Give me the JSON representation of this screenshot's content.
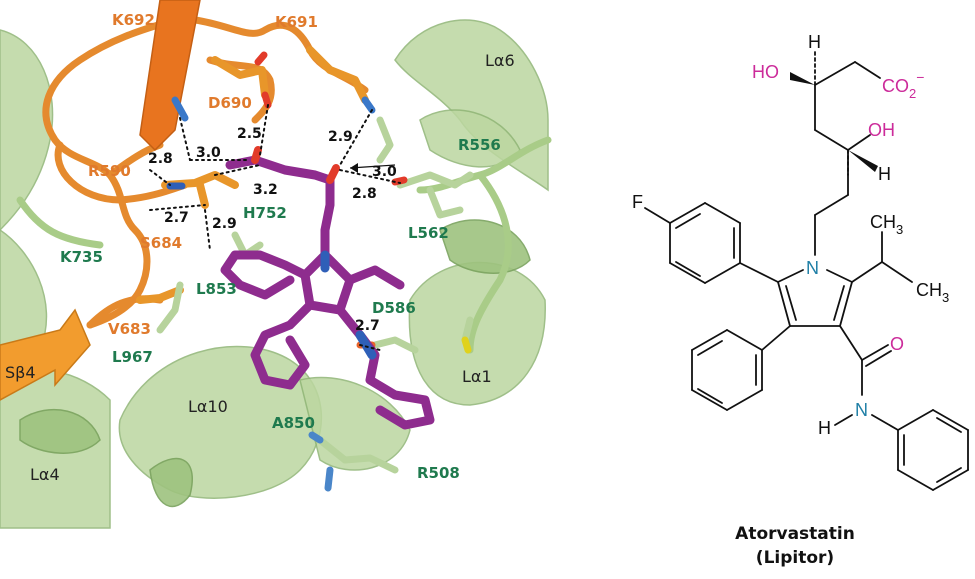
{
  "structure": {
    "residues_orange": [
      {
        "id": "k692",
        "label": "K692"
      },
      {
        "id": "k691",
        "label": "K691"
      },
      {
        "id": "d690",
        "label": "D690"
      },
      {
        "id": "r590",
        "label": "R590"
      },
      {
        "id": "s684",
        "label": "S684"
      },
      {
        "id": "v683",
        "label": "V683"
      }
    ],
    "residues_green": [
      {
        "id": "r556",
        "label": "R556"
      },
      {
        "id": "h752",
        "label": "H752"
      },
      {
        "id": "l562",
        "label": "L562"
      },
      {
        "id": "k735",
        "label": "K735"
      },
      {
        "id": "l853",
        "label": "L853"
      },
      {
        "id": "d586",
        "label": "D586"
      },
      {
        "id": "l967",
        "label": "L967"
      },
      {
        "id": "a850",
        "label": "A850"
      },
      {
        "id": "r508",
        "label": "R508"
      }
    ],
    "secondary_structure": [
      {
        "id": "la6",
        "label": "Lα6"
      },
      {
        "id": "la1",
        "label": "Lα1"
      },
      {
        "id": "la10",
        "label": "Lα10"
      },
      {
        "id": "la4",
        "label": "Lα4"
      },
      {
        "id": "sb4",
        "label": "Sβ4"
      }
    ],
    "distances": [
      {
        "id": "d1",
        "label": "2.5"
      },
      {
        "id": "d2",
        "label": "2.9"
      },
      {
        "id": "d3",
        "label": "3.0"
      },
      {
        "id": "d4",
        "label": "2.8"
      },
      {
        "id": "d5",
        "label": "3.0"
      },
      {
        "id": "d6",
        "label": "3.2"
      },
      {
        "id": "d7",
        "label": "2.8"
      },
      {
        "id": "d8",
        "label": "2.7"
      },
      {
        "id": "d9",
        "label": "2.9"
      },
      {
        "id": "d10",
        "label": "2.7"
      }
    ]
  },
  "molecule": {
    "atoms": {
      "h_top": "H",
      "ho": "HO",
      "co2": "CO",
      "co2_sub": "2",
      "co2_charge": "−",
      "oh": "OH",
      "h_mid": "H",
      "f": "F",
      "n_ring": "N",
      "ch3_top": "CH",
      "ch3_top_sub": "3",
      "ch3_bot": "CH",
      "ch3_bot_sub": "3",
      "o_amide": "O",
      "n_amide": "N",
      "h_amide": "H"
    },
    "name": "Atorvastatin",
    "trade_name": "(Lipitor)"
  },
  "colors": {
    "heteroatom_magenta": "#cc2b9a",
    "nitrogen_teal": "#1f7fa6",
    "ligand_purple": "#8e2c8e",
    "loop_orange": "#e58a2e",
    "helix_green": "#bcd7a0"
  }
}
